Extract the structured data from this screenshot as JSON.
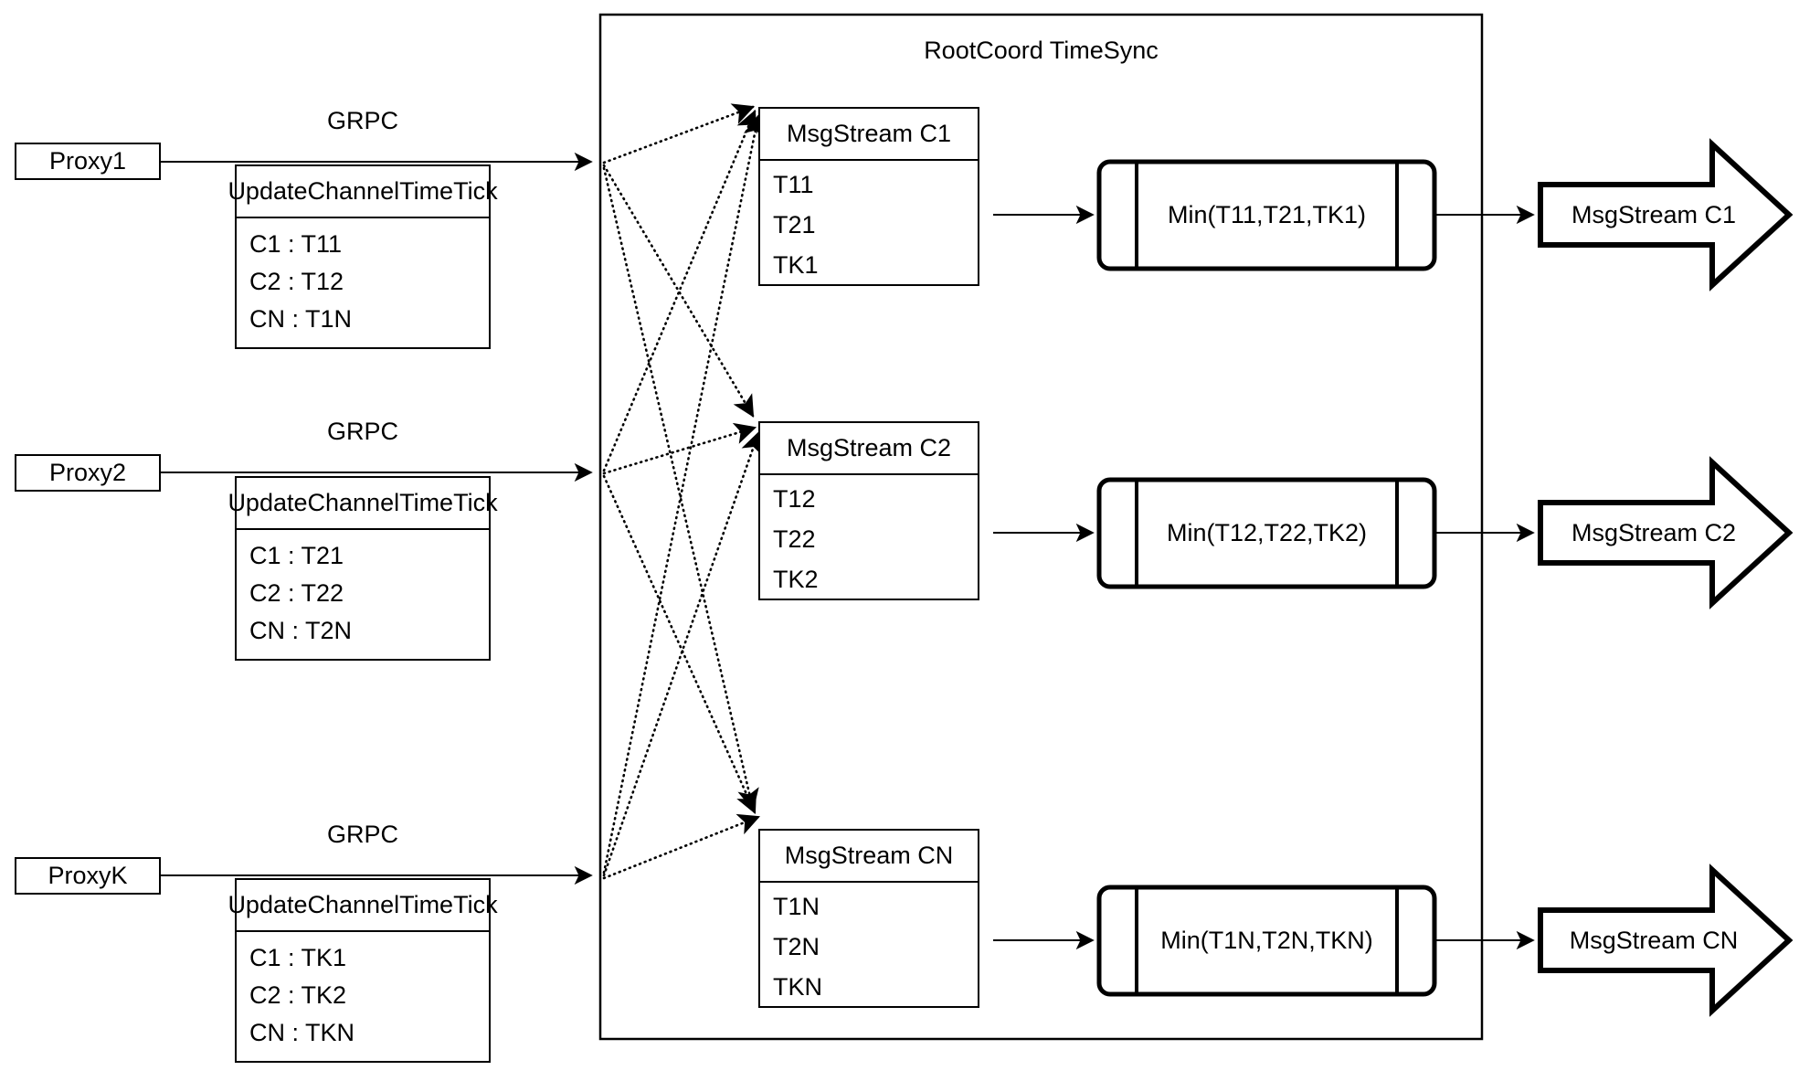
{
  "diagram": {
    "title": "RootCoord TimeSync",
    "background_color": "#ffffff",
    "stroke_color": "#000000"
  },
  "proxies": [
    {
      "name": "Proxy1",
      "edge_label": "GRPC",
      "request": {
        "header": "UpdateChannelTimeTick",
        "rows": [
          "C1 :  T11",
          "C2 :  T12",
          "CN : T1N"
        ]
      }
    },
    {
      "name": "Proxy2",
      "edge_label": "GRPC",
      "request": {
        "header": "UpdateChannelTimeTick",
        "rows": [
          "C1 :  T21",
          "C2 :  T22",
          "CN : T2N"
        ]
      }
    },
    {
      "name": "ProxyK",
      "edge_label": "GRPC",
      "request": {
        "header": "UpdateChannelTimeTick",
        "rows": [
          "C1 :  TK1",
          "C2 :  TK2",
          "CN : TKN"
        ]
      }
    }
  ],
  "channels": [
    {
      "stream": {
        "header": "MsgStream C1",
        "rows": [
          "T11",
          "T21",
          "TK1"
        ]
      },
      "process": "Min(T11,T21,TK1)",
      "output": "MsgStream C1"
    },
    {
      "stream": {
        "header": "MsgStream C2",
        "rows": [
          "T12",
          "T22",
          "TK2"
        ]
      },
      "process": "Min(T12,T22,TK2)",
      "output": "MsgStream C2"
    },
    {
      "stream": {
        "header": "MsgStream CN",
        "rows": [
          "T1N",
          "T2N",
          "TKN"
        ]
      },
      "process": "Min(T1N,T2N,TKN)",
      "output": "MsgStream CN"
    }
  ]
}
